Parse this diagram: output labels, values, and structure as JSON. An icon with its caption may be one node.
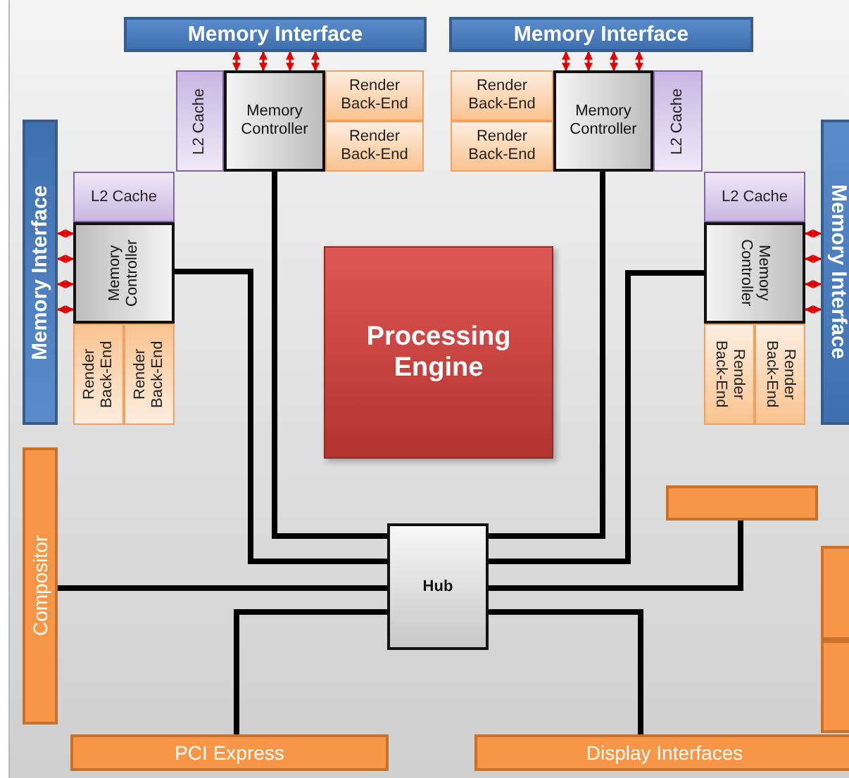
{
  "diagram": {
    "nodes": [
      {
        "text": [
          "Memory Interface"
        ]
      },
      {
        "text": [
          "Memory Interface"
        ]
      },
      {
        "text": [
          "L2 Cache"
        ]
      },
      {
        "text": [
          "Memory Controller"
        ]
      },
      {
        "text": [
          "Render Back-End"
        ]
      },
      {
        "text": [
          "Render Back-End"
        ]
      },
      {
        "text": [
          "Render Back-End"
        ]
      },
      {
        "text": [
          "Render Back-End"
        ]
      },
      {
        "text": [
          "Memory Controller"
        ]
      },
      {
        "text": [
          "L2 Cache"
        ]
      },
      {
        "text": [
          "Memory Interface"
        ]
      },
      {
        "text": [
          "L2 Cache"
        ]
      },
      {
        "text": [
          "Memory Controller"
        ]
      },
      {
        "text": [
          "Render Back-End"
        ]
      },
      {
        "text": [
          "Render Back-End"
        ]
      },
      {
        "text": [
          "L2 Cache"
        ]
      },
      {
        "text": [
          "Memory Controller"
        ]
      },
      {
        "text": [
          "Render Back-End"
        ]
      },
      {
        "text": [
          "Render Back-End"
        ]
      },
      {
        "text": [
          "Memory Interface"
        ]
      },
      {
        "text": [
          "Processing Engine"
        ]
      },
      {
        "text": [
          "Compositor"
        ]
      },
      {
        "text": [],
        "shape": "box"
      },
      {
        "text": [
          "Hub"
        ]
      },
      {
        "text": [
          "PCI Express"
        ]
      },
      {
        "text": [
          "Display Interfaces"
        ]
      },
      {
        "text": [],
        "shape": "box"
      },
      {
        "text": [],
        "shape": "box"
      }
    ],
    "edges": [
      {
        "from": 0,
        "to": 3,
        "arrow": "both"
      },
      {
        "from": 0,
        "to": 3,
        "arrow": "both"
      },
      {
        "from": 0,
        "to": 3,
        "arrow": "both"
      },
      {
        "from": 0,
        "to": 3,
        "arrow": "both"
      },
      {
        "from": 1,
        "to": 8,
        "arrow": "both"
      },
      {
        "from": 1,
        "to": 8,
        "arrow": "both"
      },
      {
        "from": 1,
        "to": 8,
        "arrow": "both"
      },
      {
        "from": 1,
        "to": 8,
        "arrow": "both"
      },
      {
        "from": 10,
        "to": 12,
        "arrow": "both"
      },
      {
        "from": 10,
        "to": 12,
        "arrow": "both"
      },
      {
        "from": 10,
        "to": 12,
        "arrow": "both"
      },
      {
        "from": 10,
        "to": 12,
        "arrow": "both"
      },
      {
        "from": 19,
        "to": 16,
        "arrow": "both"
      },
      {
        "from": 19,
        "to": 16,
        "arrow": "both"
      },
      {
        "from": 19,
        "to": 16,
        "arrow": "both"
      },
      {
        "from": 19,
        "to": 16,
        "arrow": "both"
      },
      {
        "from": 3,
        "to": 23,
        "arrow": "none",
        "style": "thick",
        "color": "#000000"
      },
      {
        "from": 8,
        "to": 23,
        "arrow": "none",
        "style": "thick",
        "color": "#000000"
      },
      {
        "from": 12,
        "to": 23,
        "arrow": "none",
        "style": "thick",
        "color": "#000000"
      },
      {
        "from": 16,
        "to": 23,
        "arrow": "none",
        "style": "thick",
        "color": "#000000"
      },
      {
        "from": 21,
        "to": 23,
        "arrow": "none",
        "style": "thick",
        "color": "#000000"
      },
      {
        "from": 23,
        "to": 22,
        "arrow": "none",
        "style": "thick",
        "color": "#000000"
      },
      {
        "from": 23,
        "to": 24,
        "arrow": "none",
        "style": "thick",
        "color": "#000000"
      },
      {
        "from": 23,
        "to": 25,
        "arrow": "none",
        "style": "thick",
        "color": "#000000"
      }
    ]
  }
}
